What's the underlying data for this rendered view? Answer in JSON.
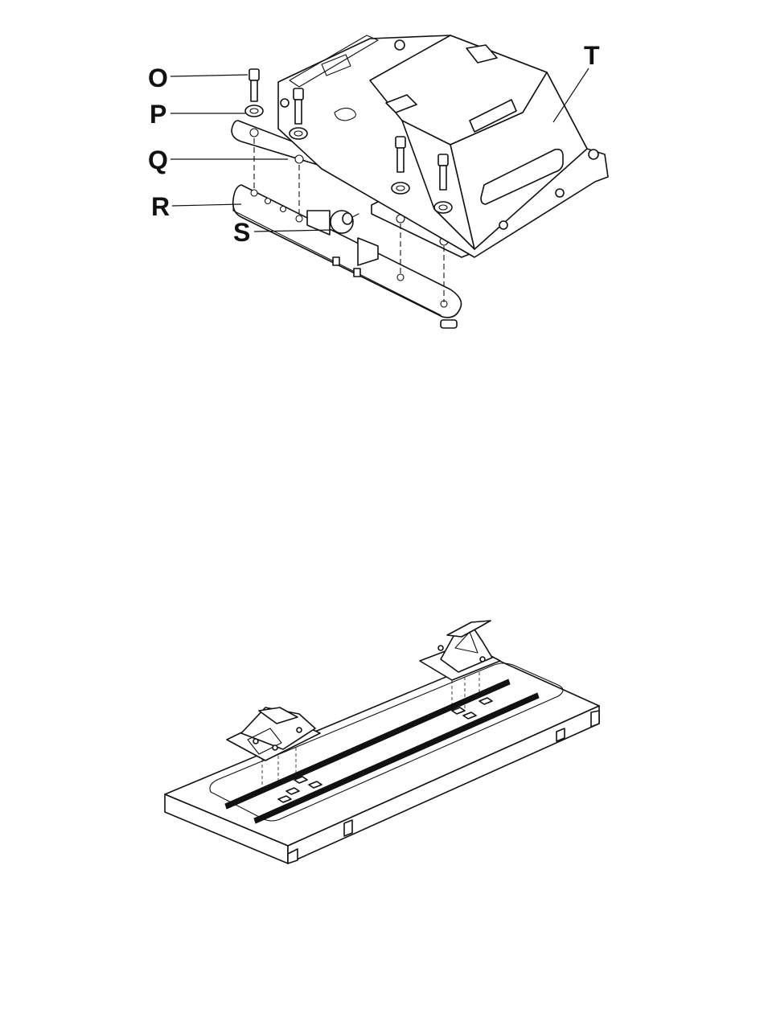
{
  "callouts": {
    "O": "O",
    "P": "P",
    "Q": "Q",
    "R": "R",
    "S": "S",
    "T": "T"
  }
}
